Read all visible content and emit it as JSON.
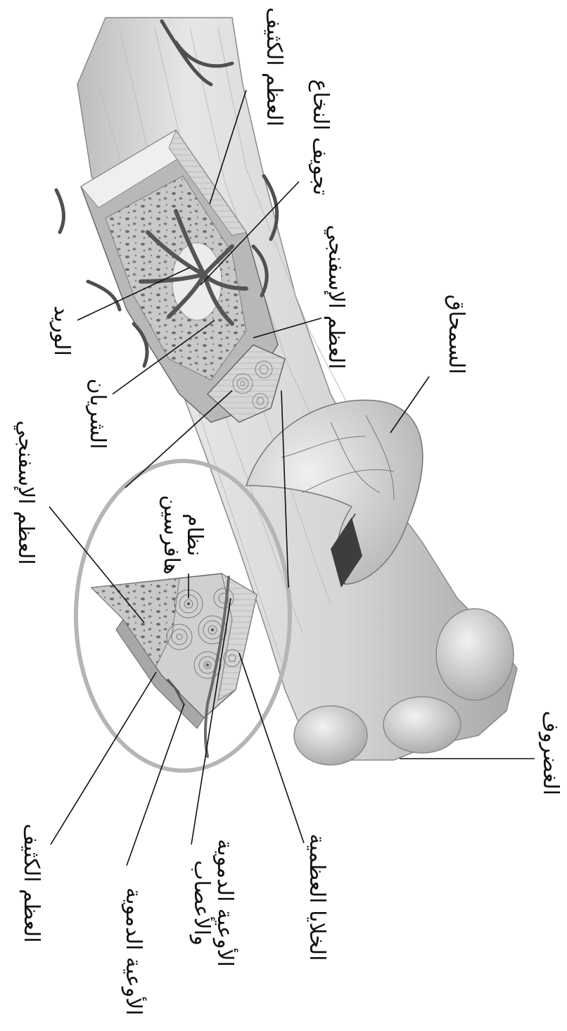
{
  "colors": {
    "bone": "#d9d9d9",
    "bone_dark": "#a9a9a9",
    "vessel": "#585858",
    "outline": "#555555",
    "leader": "#111111",
    "highlight_ring": "#b5b5b5"
  },
  "labels": {
    "compact_bone_top": "العظم الكثيف",
    "marrow_cavity": "تجويف النخاع",
    "spongy_bone_top": "العظم الإسفنجي",
    "vein": "الوريد",
    "artery": "الشريان",
    "periosteum": "السمحاق",
    "spongy_bone_left": "العظم الإسفنجي",
    "haversian_system": "نظام\nهافرسين",
    "cartilage": "الغضروف",
    "osteocytes": "الخلايا العظمية",
    "vessels_nerves": "الأوعية الدموية\nوالأعصاب",
    "blood_vessels": "الأوعية الدموية",
    "compact_bone_bottom": "العظم الكثيف"
  }
}
